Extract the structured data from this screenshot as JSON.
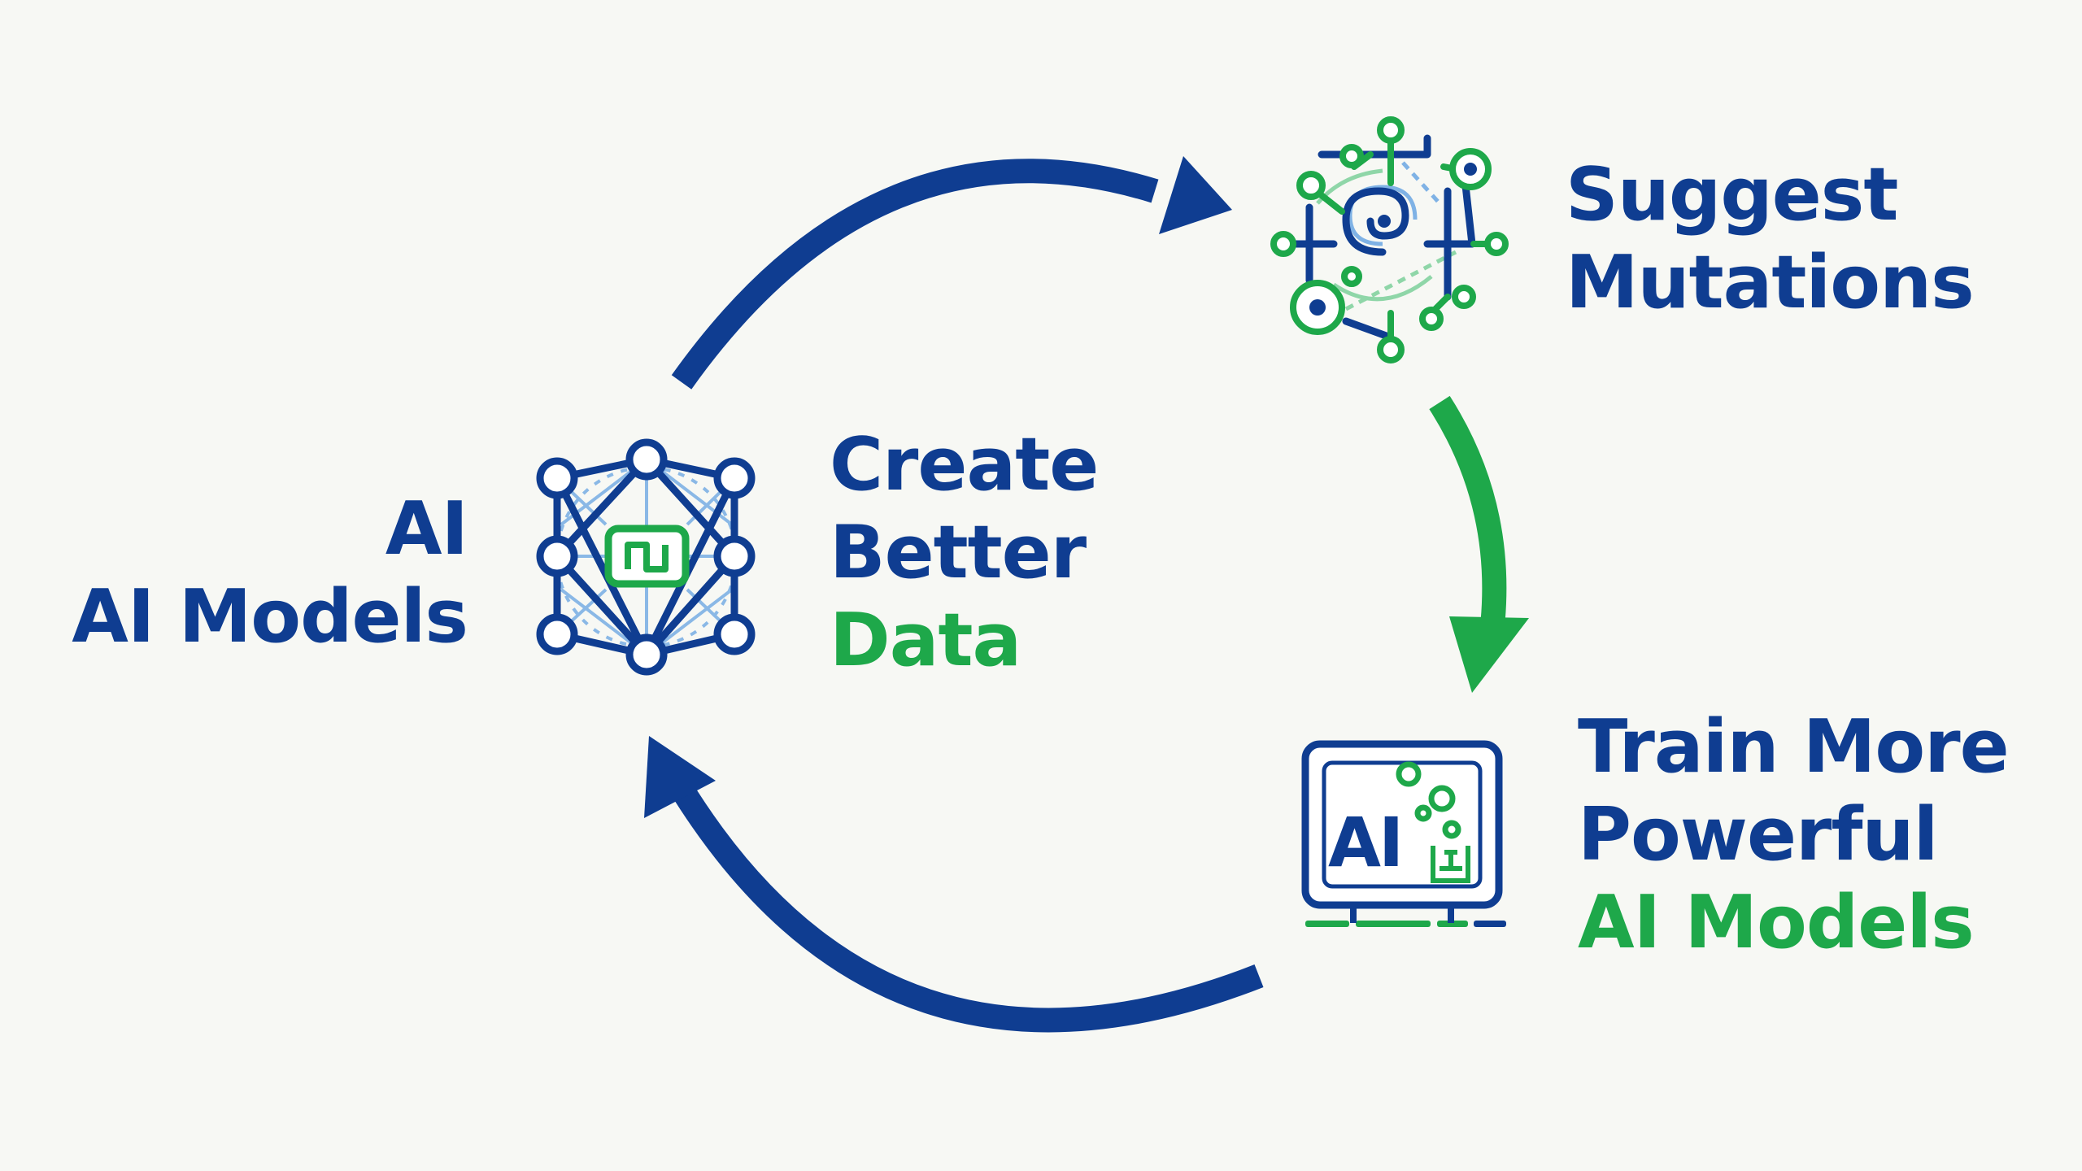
{
  "colors": {
    "background": "#f7f8f4",
    "primary_blue": "#0f3d91",
    "accent_green": "#1ea84a",
    "light_blue": "#7fb2e5",
    "light_green": "#8fd6a8"
  },
  "nodes": {
    "ai_models": {
      "icon": "neural-network-chip-icon",
      "line1": "AI",
      "line2": "AI Models"
    },
    "create_data": {
      "line1": "Create",
      "line2": "Better",
      "line3": "Data"
    },
    "suggest_mutations": {
      "icon": "molecular-circuit-icon",
      "line1": "Suggest",
      "line2": "Mutations"
    },
    "train_models": {
      "icon": "ai-monitor-icon",
      "icon_text": "AI",
      "line1": "Train More",
      "line2": "Powerful",
      "line3": "AI Models"
    }
  },
  "arrows": [
    {
      "from": "ai_models",
      "to": "suggest_mutations",
      "color": "primary_blue"
    },
    {
      "from": "suggest_mutations",
      "to": "train_models",
      "color": "accent_green"
    },
    {
      "from": "train_models",
      "to": "ai_models",
      "color": "primary_blue"
    }
  ]
}
